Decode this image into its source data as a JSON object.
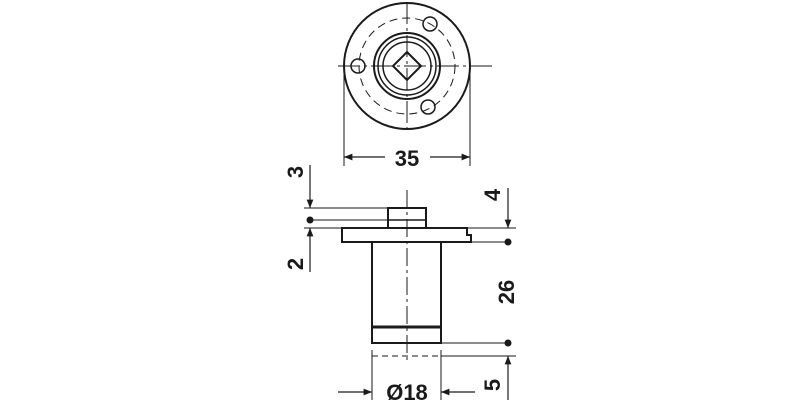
{
  "dimensions": {
    "flange_diameter": "35",
    "cap_height": "3",
    "flange_thickness": "2",
    "offset_top": "4",
    "body_length": "26",
    "body_diameter": "Ø18",
    "bottom_offset": "5"
  },
  "colors": {
    "line": "#1a1a1a",
    "background": "#ffffff"
  }
}
